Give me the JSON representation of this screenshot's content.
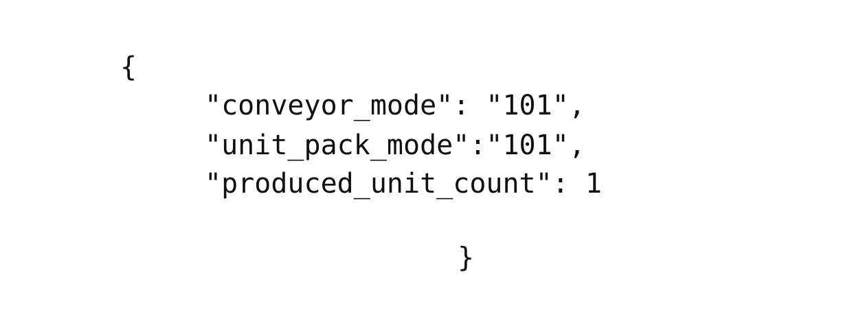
{
  "code": {
    "open_brace": "{",
    "lines": [
      "\"conveyor_mode\": \"101\",",
      "\"unit_pack_mode\":\"101\",",
      "\"produced_unit_count\": 1"
    ],
    "close_brace": "}"
  }
}
